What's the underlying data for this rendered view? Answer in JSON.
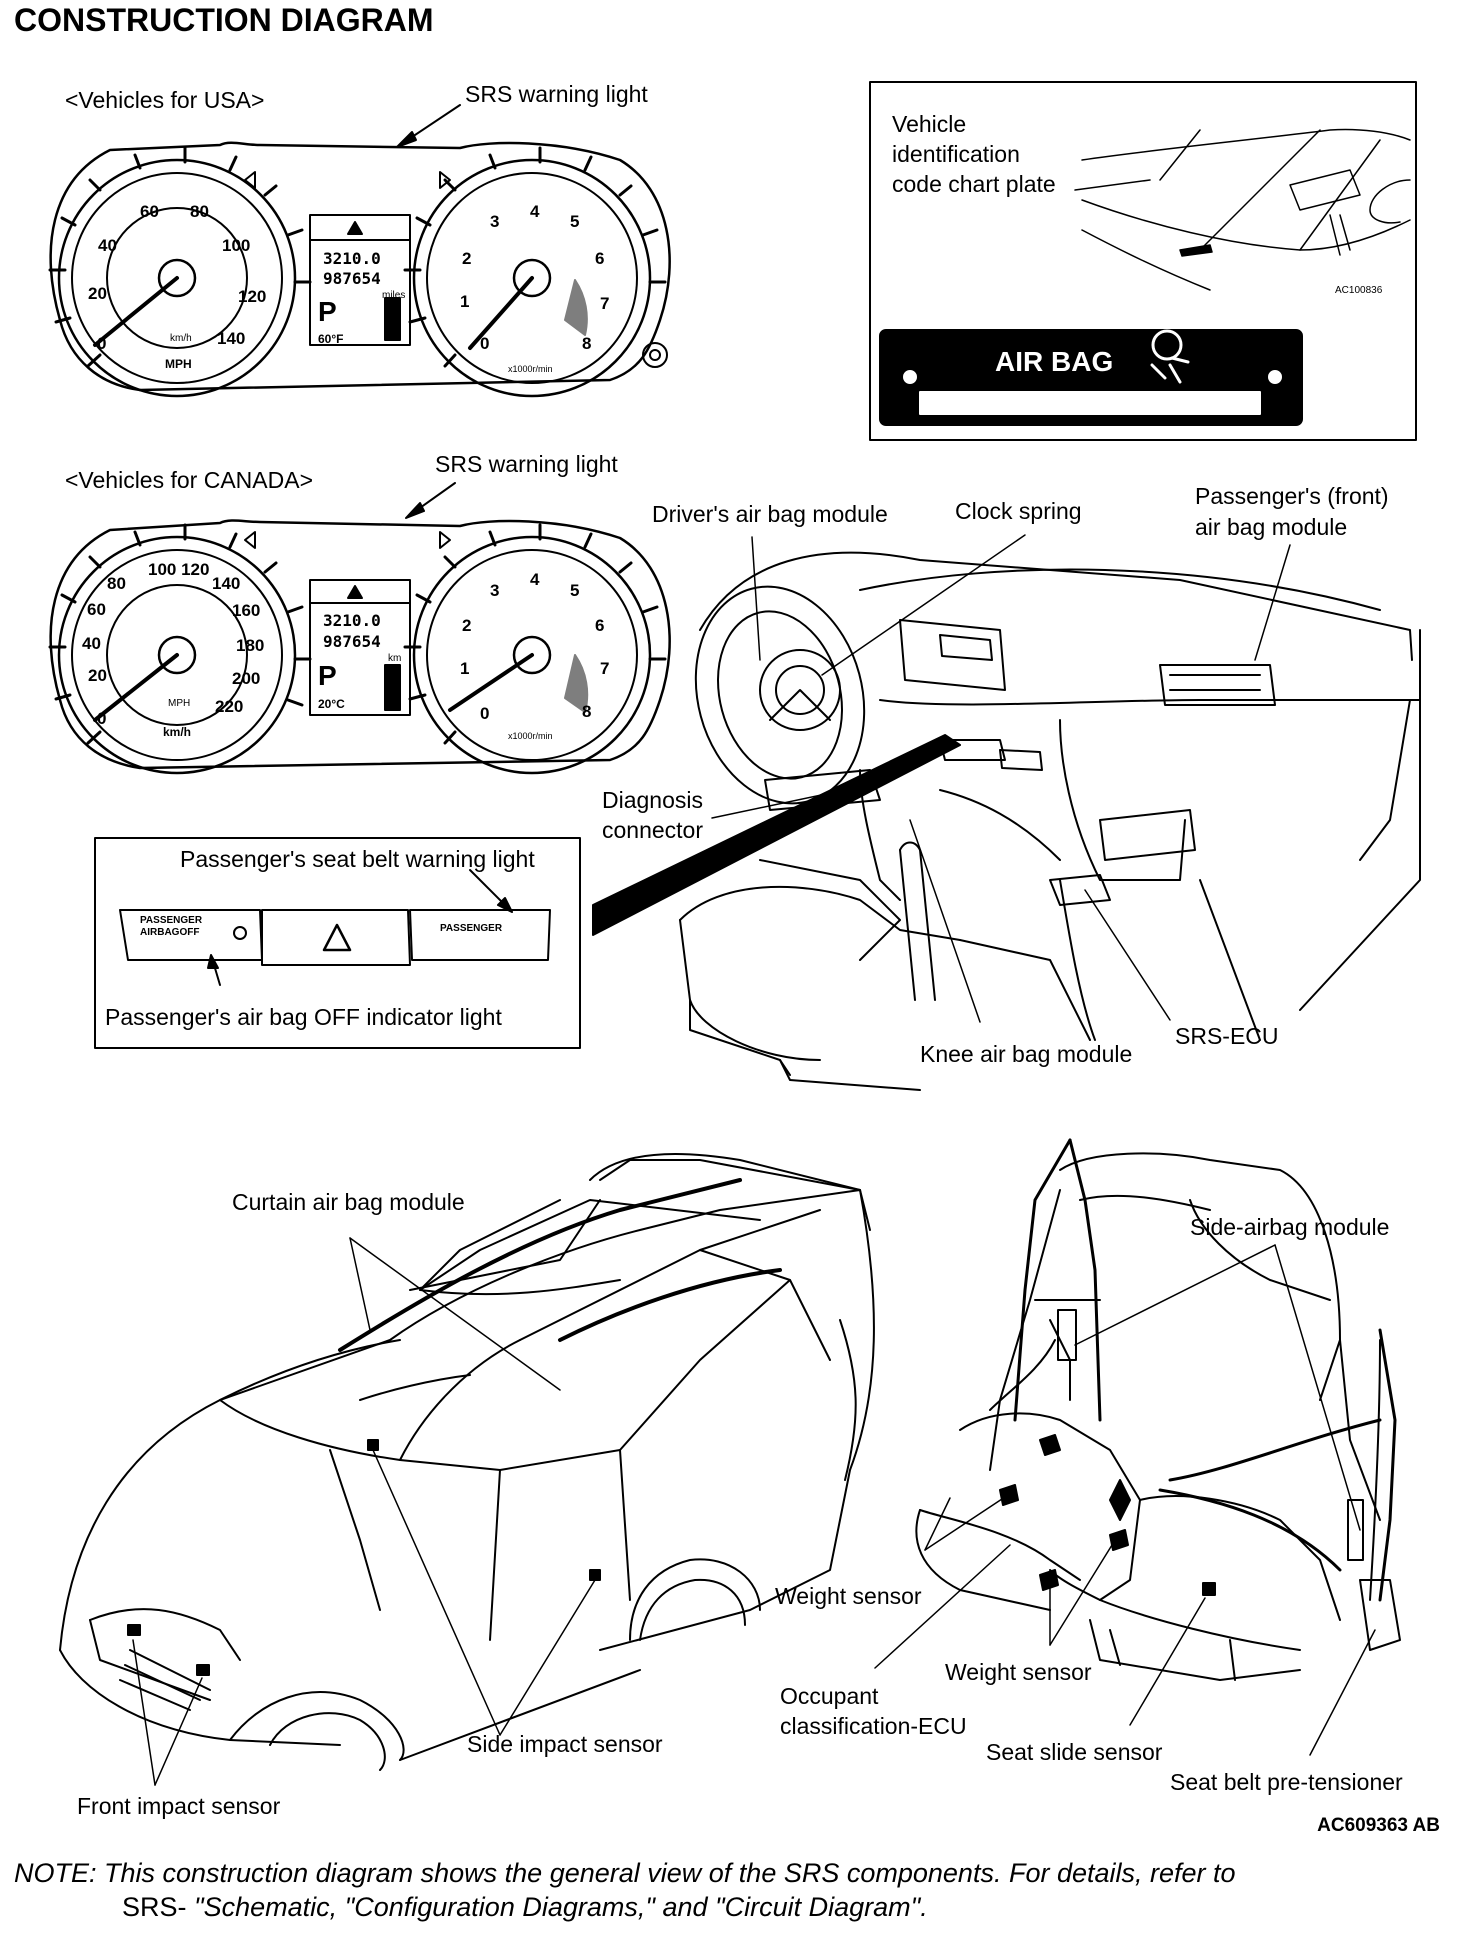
{
  "title": "CONSTRUCTION DIAGRAM",
  "clusters": {
    "usa": {
      "header": "<Vehicles for USA>",
      "srs_label": "SRS warning light",
      "odometer": "3210.0",
      "trip": "987654",
      "unit": "miles",
      "gear": "P",
      "temp": "60°F",
      "speed_unit": "MPH",
      "speed_unit_inner": "km/h",
      "speed_ticks": [
        "0",
        "20",
        "40",
        "60",
        "80",
        "100",
        "120",
        "140"
      ],
      "tach_ticks": [
        "0",
        "1",
        "2",
        "3",
        "4",
        "5",
        "6",
        "7",
        "8"
      ],
      "tach_unit": "x1000r/min"
    },
    "canada": {
      "header": "<Vehicles for CANADA>",
      "srs_label": "SRS warning light",
      "odometer": "3210.0",
      "trip": "987654",
      "unit": "km",
      "gear": "P",
      "temp": "20°C",
      "speed_unit": "km/h",
      "speed_unit_inner": "MPH",
      "speed_ticks": [
        "0",
        "20",
        "40",
        "60",
        "80",
        "100 120",
        "140",
        "160",
        "180",
        "200",
        "220"
      ],
      "tach_ticks": [
        "0",
        "1",
        "2",
        "3",
        "4",
        "5",
        "6",
        "7",
        "8"
      ],
      "tach_unit": "x1000r/min"
    }
  },
  "vin_plate": {
    "label_line1": "Vehicle",
    "label_line2": "identification",
    "label_line3": "code chart plate",
    "code": "AC100836",
    "airbag_text": "AIR BAG"
  },
  "switch_panel": {
    "seatbelt_label": "Passenger's seat belt warning light",
    "off_label": "Passenger's air bag OFF indicator light",
    "left_switch_line1": "PASSENGER",
    "left_switch_line2": "AIRBAGOFF",
    "right_switch": "PASSENGER"
  },
  "dash_labels": {
    "driver_airbag": "Driver's air bag module",
    "clock_spring": "Clock spring",
    "passenger_airbag_line1": "Passenger's (front)",
    "passenger_airbag_line2": "air bag module",
    "diagnosis_line1": "Diagnosis",
    "diagnosis_line2": "connector",
    "knee_airbag": "Knee air bag module",
    "srs_ecu": "SRS-ECU"
  },
  "car_labels": {
    "curtain": "Curtain air bag module",
    "side_impact": "Side impact sensor",
    "front_impact": "Front impact sensor"
  },
  "seat_labels": {
    "side_airbag": "Side-airbag module",
    "weight_sensor_1": "Weight sensor",
    "weight_sensor_2": "Weight sensor",
    "occupant_line1": "Occupant",
    "occupant_line2": "classification-ECU",
    "seat_slide": "Seat slide sensor",
    "pretensioner": "Seat belt pre-tensioner"
  },
  "figure_code": "AC609363 AB",
  "note": {
    "line1": "NOTE: This construction diagram shows the general view of the SRS components. For details, refer to",
    "prefix": "SRS-",
    "line2": " \"Schematic, \"Configuration Diagrams,\" and \"Circuit Diagram\"."
  }
}
